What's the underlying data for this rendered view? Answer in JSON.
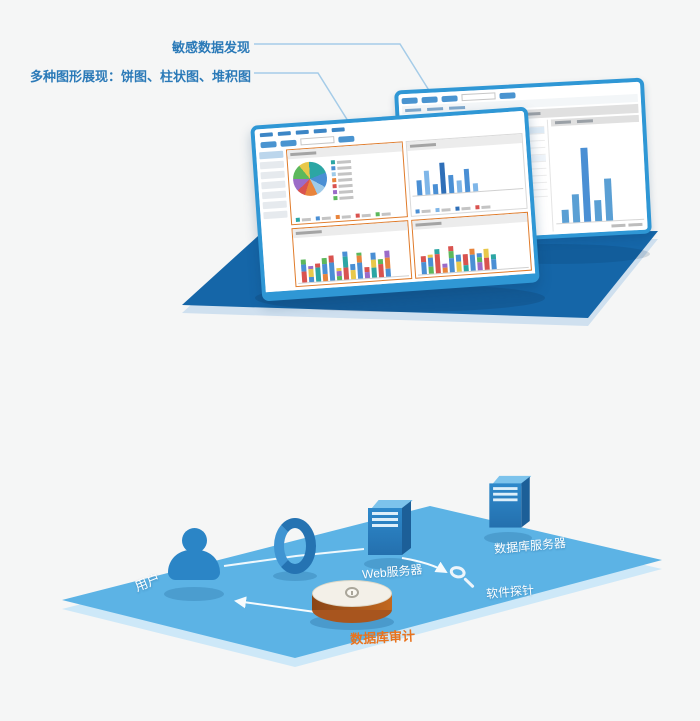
{
  "page": {
    "background": "#f5f6f6"
  },
  "callouts": {
    "sensitive_label": "敏感数据发现",
    "charts_label": "多种图形展现：饼图、柱状图、堆积图",
    "text_color": "#2b7ab8",
    "line_color": "#a5cce8"
  },
  "colors": {
    "monitor_frame": "#2f97d5",
    "platform_dark": "#1566a8",
    "platform_light": "#5cb3e5",
    "accent_orange": "#e8731e",
    "server_blue": "#2e89cb"
  },
  "icons": {
    "user": "person-silhouette",
    "gateway": "ring",
    "web_server": "server-tower",
    "db_server": "server-tower",
    "probe": "magnifier",
    "audit": "device-puck"
  },
  "architecture": {
    "user_label": "用户",
    "web_server_label": "Web服务器",
    "db_server_label": "数据库服务器",
    "probe_label": "软件探针",
    "audit_label": "数据库审计"
  },
  "front_dashboard": {
    "pie_slices": [
      {
        "v": 20,
        "c": "#2ca6a4"
      },
      {
        "v": 14,
        "c": "#4a8fd4"
      },
      {
        "v": 10,
        "c": "#9ecae8"
      },
      {
        "v": 12,
        "c": "#e8843c"
      },
      {
        "v": 8,
        "c": "#d9534f"
      },
      {
        "v": 12,
        "c": "#9b6bc8"
      },
      {
        "v": 14,
        "c": "#5cb85c"
      },
      {
        "v": 10,
        "c": "#e8c84a"
      }
    ],
    "tl_legend": [
      {
        "c": "#2ca6a4"
      },
      {
        "c": "#4a8fd4"
      },
      {
        "c": "#9ecae8"
      },
      {
        "c": "#e8843c"
      },
      {
        "c": "#d9534f"
      },
      {
        "c": "#9b6bc8"
      },
      {
        "c": "#5cb85c"
      }
    ],
    "tl_legend_bottom": [
      {
        "c": "#2ca6a4"
      },
      {
        "c": "#4a8fd4"
      },
      {
        "c": "#e8843c"
      },
      {
        "c": "#d9534f"
      },
      {
        "c": "#5cb85c"
      }
    ],
    "tr_bars": [
      {
        "h": 38,
        "c": "#4a8fd4"
      },
      {
        "h": 62,
        "c": "#7fb6e8"
      },
      {
        "h": 25,
        "c": "#4a8fd4"
      },
      {
        "h": 80,
        "c": "#2f6fb8"
      },
      {
        "h": 45,
        "c": "#4a8fd4"
      },
      {
        "h": 30,
        "c": "#7fb6e8"
      },
      {
        "h": 58,
        "c": "#4a8fd4"
      },
      {
        "h": 20,
        "c": "#7fb6e8"
      }
    ],
    "tr_legend": [
      {
        "c": "#4a8fd4"
      },
      {
        "c": "#7fb6e8"
      },
      {
        "c": "#2f6fb8"
      },
      {
        "c": "#d9534f"
      }
    ],
    "bl_stacks": [
      [
        {
          "h": 28,
          "c": "#d9534f"
        },
        {
          "h": 18,
          "c": "#4a8fd4"
        },
        {
          "h": 12,
          "c": "#5cb85c"
        }
      ],
      [
        {
          "h": 12,
          "c": "#4a8fd4"
        },
        {
          "h": 22,
          "c": "#e8c84a"
        },
        {
          "h": 8,
          "c": "#9b6bc8"
        }
      ],
      [
        {
          "h": 35,
          "c": "#2ca6a4"
        },
        {
          "h": 10,
          "c": "#d9534f"
        }
      ],
      [
        {
          "h": 18,
          "c": "#e8843c"
        },
        {
          "h": 25,
          "c": "#4a8fd4"
        },
        {
          "h": 15,
          "c": "#5cb85c"
        }
      ],
      [
        {
          "h": 45,
          "c": "#4a8fd4"
        },
        {
          "h": 20,
          "c": "#d9534f"
        }
      ],
      [
        {
          "h": 10,
          "c": "#5cb85c"
        },
        {
          "h": 12,
          "c": "#9b6bc8"
        },
        {
          "h": 8,
          "c": "#e8c84a"
        }
      ],
      [
        {
          "h": 30,
          "c": "#d9534f"
        },
        {
          "h": 28,
          "c": "#2ca6a4"
        },
        {
          "h": 14,
          "c": "#4a8fd4"
        }
      ],
      [
        {
          "h": 22,
          "c": "#e8c84a"
        },
        {
          "h": 16,
          "c": "#4a8fd4"
        }
      ],
      [
        {
          "h": 40,
          "c": "#4a8fd4"
        },
        {
          "h": 18,
          "c": "#e8843c"
        },
        {
          "h": 10,
          "c": "#5cb85c"
        }
      ],
      [
        {
          "h": 15,
          "c": "#9b6bc8"
        },
        {
          "h": 12,
          "c": "#d9534f"
        }
      ],
      [
        {
          "h": 26,
          "c": "#2ca6a4"
        },
        {
          "h": 20,
          "c": "#e8c84a"
        },
        {
          "h": 18,
          "c": "#4a8fd4"
        }
      ],
      [
        {
          "h": 34,
          "c": "#d9534f"
        },
        {
          "h": 12,
          "c": "#5cb85c"
        }
      ],
      [
        {
          "h": 20,
          "c": "#4a8fd4"
        },
        {
          "h": 30,
          "c": "#e8843c"
        },
        {
          "h": 16,
          "c": "#9b6bc8"
        }
      ]
    ],
    "br_stacks": [
      [
        {
          "h": 30,
          "c": "#4a8fd4"
        },
        {
          "h": 15,
          "c": "#d9534f"
        }
      ],
      [
        {
          "h": 18,
          "c": "#5cb85c"
        },
        {
          "h": 22,
          "c": "#4a8fd4"
        },
        {
          "h": 10,
          "c": "#e8c84a"
        }
      ],
      [
        {
          "h": 48,
          "c": "#d9534f"
        },
        {
          "h": 14,
          "c": "#2ca6a4"
        }
      ],
      [
        {
          "h": 12,
          "c": "#e8843c"
        },
        {
          "h": 10,
          "c": "#9b6bc8"
        }
      ],
      [
        {
          "h": 35,
          "c": "#4a8fd4"
        },
        {
          "h": 20,
          "c": "#5cb85c"
        },
        {
          "h": 12,
          "c": "#d9534f"
        }
      ],
      [
        {
          "h": 25,
          "c": "#e8c84a"
        },
        {
          "h": 18,
          "c": "#4a8fd4"
        }
      ],
      [
        {
          "h": 15,
          "c": "#2ca6a4"
        },
        {
          "h": 28,
          "c": "#d9534f"
        }
      ],
      [
        {
          "h": 40,
          "c": "#4a8fd4"
        },
        {
          "h": 16,
          "c": "#e8843c"
        }
      ],
      [
        {
          "h": 20,
          "c": "#9b6bc8"
        },
        {
          "h": 14,
          "c": "#5cb85c"
        },
        {
          "h": 10,
          "c": "#4a8fd4"
        }
      ],
      [
        {
          "h": 32,
          "c": "#d9534f"
        },
        {
          "h": 22,
          "c": "#e8c84a"
        }
      ],
      [
        {
          "h": 26,
          "c": "#4a8fd4"
        },
        {
          "h": 12,
          "c": "#2ca6a4"
        }
      ]
    ]
  },
  "back_dashboard": {
    "bars": [
      {
        "h": 14,
        "c": "#5a9fd4"
      },
      {
        "h": 30,
        "c": "#5a9fd4"
      },
      {
        "h": 78,
        "c": "#4a8fd4"
      },
      {
        "h": 22,
        "c": "#5a9fd4"
      },
      {
        "h": 44,
        "c": "#5a9fd4"
      }
    ]
  }
}
